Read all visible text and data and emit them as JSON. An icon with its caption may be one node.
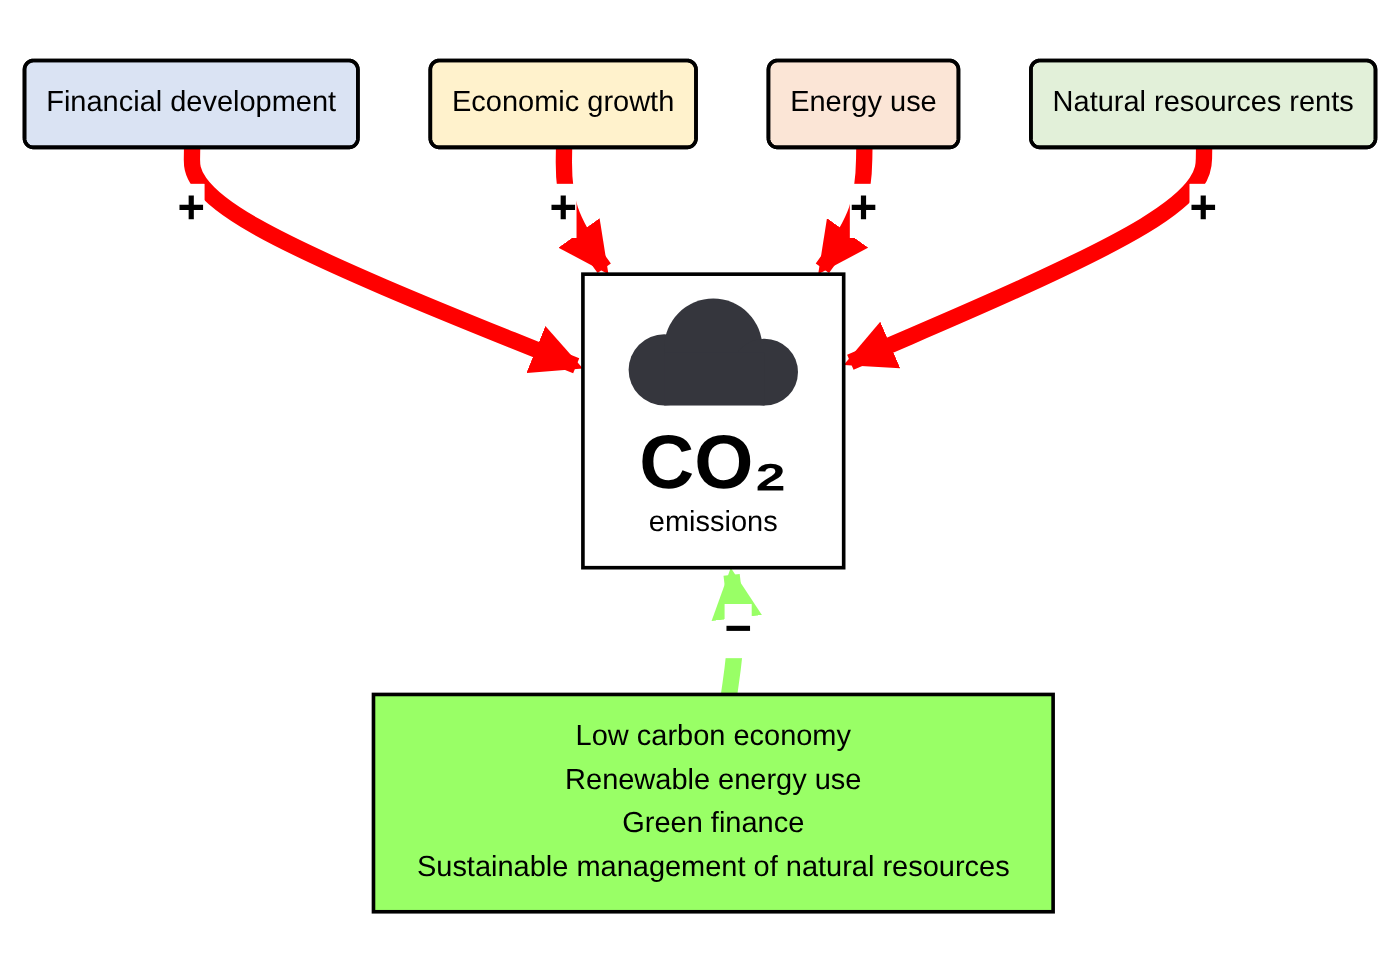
{
  "diagram": {
    "nodes": [
      {
        "text": [
          "Financial development"
        ]
      },
      {
        "text": [
          "Economic growth"
        ]
      },
      {
        "text": [
          "Energy use"
        ]
      },
      {
        "text": [
          "Natural resources rents"
        ]
      },
      {
        "text": [
          "CO₂",
          "emissions"
        ]
      },
      {
        "text": [
          "Low carbon economy",
          "Renewable energy use",
          "Green finance",
          "Sustainable management of natural resources"
        ]
      }
    ],
    "edges": [
      {
        "from": 0,
        "to": 4,
        "arrow": "to",
        "label": "+",
        "color": "#ff0000"
      },
      {
        "from": 1,
        "to": 4,
        "arrow": "to",
        "label": "+",
        "color": "#ff0000"
      },
      {
        "from": 2,
        "to": 4,
        "arrow": "to",
        "label": "+",
        "color": "#ff0000"
      },
      {
        "from": 3,
        "to": 4,
        "arrow": "to",
        "label": "+",
        "color": "#ff0000"
      },
      {
        "from": 5,
        "to": 4,
        "arrow": "to",
        "label": "−",
        "color": "#99ff66"
      }
    ]
  }
}
